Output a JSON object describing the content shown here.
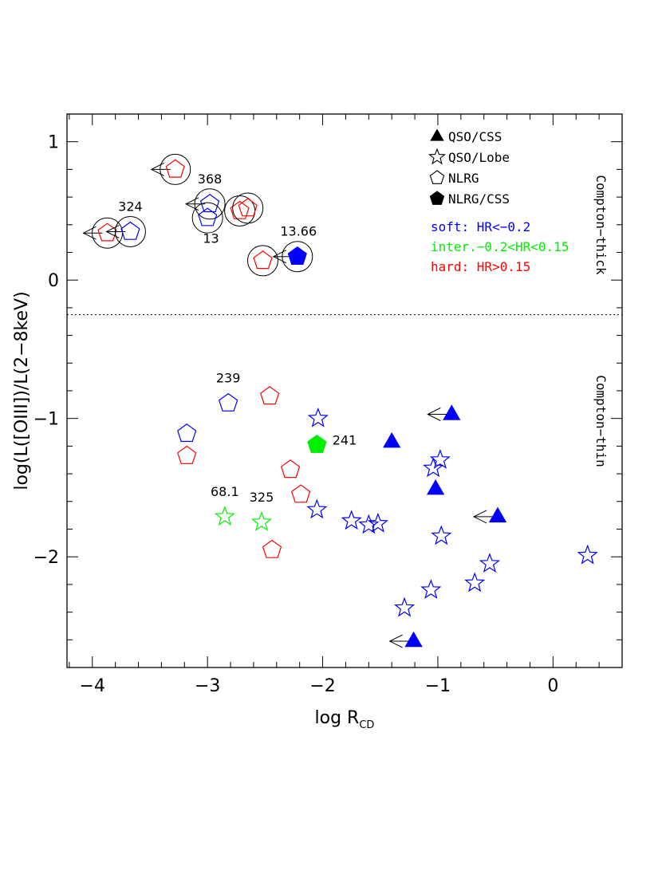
{
  "chart_data": {
    "type": "scatter",
    "title": "",
    "xlabel_main": "log R",
    "xlabel_sub": "CD",
    "ylabel": "log(L([OIII])/L(2−8keV)",
    "xlim": [
      -4.22,
      0.6
    ],
    "ylim": [
      -2.8,
      1.2
    ],
    "grid": false,
    "x_ticks": [
      -4,
      -3,
      -2,
      -1,
      0
    ],
    "x_tick_labels": [
      "−4",
      "−3",
      "−2",
      "−1",
      "0"
    ],
    "y_ticks": [
      -2,
      -1,
      0,
      1
    ],
    "y_tick_labels": [
      "−2",
      "−1",
      "0",
      "1"
    ],
    "divider_y": -0.25,
    "region_labels": [
      {
        "text": "Compton−thick",
        "region": "upper"
      },
      {
        "text": "Compton−thin",
        "region": "lower"
      }
    ],
    "legend": {
      "position": "top-right",
      "symbols": [
        {
          "marker": "triangle",
          "filled": true,
          "label": "QSO/CSS"
        },
        {
          "marker": "star",
          "filled": false,
          "label": "QSO/Lobe"
        },
        {
          "marker": "pentagon",
          "filled": false,
          "label": "NLRG"
        },
        {
          "marker": "pentagon",
          "filled": true,
          "label": "NLRG/CSS"
        }
      ],
      "colors": [
        {
          "label": "soft: HR<−0.2",
          "color": "#0000ff"
        },
        {
          "label": "inter.−0.2<HR<0.15",
          "color": "#00ee00"
        },
        {
          "label": "hard: HR>0.15",
          "color": "#ff0000"
        }
      ]
    },
    "colors": {
      "soft": "#0000ff",
      "inter": "#00ee00",
      "hard": "#ff0000"
    },
    "points": [
      {
        "x": -3.28,
        "y": 0.8,
        "marker": "pentagon",
        "filled": false,
        "class": "hard",
        "circled": true,
        "upper_limit": true
      },
      {
        "x": -2.98,
        "y": 0.55,
        "marker": "pentagon",
        "filled": false,
        "class": "soft",
        "circled": true,
        "upper_limit": true
      },
      {
        "x": -3.0,
        "y": 0.45,
        "marker": "pentagon",
        "filled": false,
        "class": "soft",
        "circled": true,
        "upper_limit": false
      },
      {
        "x": -3.87,
        "y": 0.34,
        "marker": "pentagon",
        "filled": false,
        "class": "hard",
        "circled": true,
        "upper_limit": true
      },
      {
        "x": -3.67,
        "y": 0.35,
        "marker": "pentagon",
        "filled": false,
        "class": "soft",
        "circled": true,
        "upper_limit": true
      },
      {
        "x": -2.72,
        "y": 0.5,
        "marker": "pentagon",
        "filled": false,
        "class": "hard",
        "circled": true,
        "upper_limit": false
      },
      {
        "x": -2.65,
        "y": 0.52,
        "marker": "pentagon",
        "filled": false,
        "class": "hard",
        "circled": true,
        "upper_limit": false
      },
      {
        "x": -2.52,
        "y": 0.14,
        "marker": "pentagon",
        "filled": false,
        "class": "hard",
        "circled": true,
        "upper_limit": false
      },
      {
        "x": -2.22,
        "y": 0.17,
        "marker": "pentagon",
        "filled": true,
        "class": "soft",
        "circled": true,
        "upper_limit": true
      },
      {
        "x": -2.82,
        "y": -0.89,
        "marker": "pentagon",
        "filled": false,
        "class": "soft",
        "circled": false,
        "upper_limit": false
      },
      {
        "x": -3.18,
        "y": -1.11,
        "marker": "pentagon",
        "filled": false,
        "class": "soft",
        "circled": false,
        "upper_limit": false
      },
      {
        "x": -3.18,
        "y": -1.27,
        "marker": "pentagon",
        "filled": false,
        "class": "hard",
        "circled": false,
        "upper_limit": false
      },
      {
        "x": -2.46,
        "y": -0.84,
        "marker": "pentagon",
        "filled": false,
        "class": "hard",
        "circled": false,
        "upper_limit": false
      },
      {
        "x": -2.28,
        "y": -1.37,
        "marker": "pentagon",
        "filled": false,
        "class": "hard",
        "circled": false,
        "upper_limit": false
      },
      {
        "x": -2.19,
        "y": -1.55,
        "marker": "pentagon",
        "filled": false,
        "class": "hard",
        "circled": false,
        "upper_limit": false
      },
      {
        "x": -2.44,
        "y": -1.95,
        "marker": "pentagon",
        "filled": false,
        "class": "hard",
        "circled": false,
        "upper_limit": false
      },
      {
        "x": -2.05,
        "y": -1.19,
        "marker": "pentagon",
        "filled": true,
        "class": "inter",
        "circled": false,
        "upper_limit": false
      },
      {
        "x": -2.04,
        "y": -1.0,
        "marker": "star",
        "filled": false,
        "class": "soft",
        "circled": false,
        "upper_limit": false
      },
      {
        "x": -2.85,
        "y": -1.71,
        "marker": "star",
        "filled": false,
        "class": "inter",
        "circled": false,
        "upper_limit": false
      },
      {
        "x": -2.53,
        "y": -1.75,
        "marker": "star",
        "filled": false,
        "class": "inter",
        "circled": false,
        "upper_limit": false
      },
      {
        "x": -2.05,
        "y": -1.66,
        "marker": "star",
        "filled": false,
        "class": "soft",
        "circled": false,
        "upper_limit": false
      },
      {
        "x": -1.75,
        "y": -1.74,
        "marker": "star",
        "filled": false,
        "class": "soft",
        "circled": false,
        "upper_limit": false
      },
      {
        "x": -1.6,
        "y": -1.77,
        "marker": "star",
        "filled": false,
        "class": "soft",
        "circled": false,
        "upper_limit": false
      },
      {
        "x": -1.52,
        "y": -1.76,
        "marker": "star",
        "filled": false,
        "class": "soft",
        "circled": false,
        "upper_limit": false
      },
      {
        "x": -1.04,
        "y": -1.36,
        "marker": "star",
        "filled": false,
        "class": "soft",
        "circled": false,
        "upper_limit": false
      },
      {
        "x": -0.98,
        "y": -1.3,
        "marker": "star",
        "filled": false,
        "class": "soft",
        "circled": false,
        "upper_limit": false
      },
      {
        "x": -0.97,
        "y": -1.85,
        "marker": "star",
        "filled": false,
        "class": "soft",
        "circled": false,
        "upper_limit": false
      },
      {
        "x": -1.06,
        "y": -2.24,
        "marker": "star",
        "filled": false,
        "class": "soft",
        "circled": false,
        "upper_limit": false
      },
      {
        "x": -1.29,
        "y": -2.37,
        "marker": "star",
        "filled": false,
        "class": "soft",
        "circled": false,
        "upper_limit": false
      },
      {
        "x": -0.68,
        "y": -2.19,
        "marker": "star",
        "filled": false,
        "class": "soft",
        "circled": false,
        "upper_limit": false
      },
      {
        "x": -0.55,
        "y": -2.05,
        "marker": "star",
        "filled": false,
        "class": "soft",
        "circled": false,
        "upper_limit": false
      },
      {
        "x": 0.3,
        "y": -1.99,
        "marker": "star",
        "filled": false,
        "class": "soft",
        "circled": false,
        "upper_limit": false
      },
      {
        "x": -1.4,
        "y": -1.17,
        "marker": "triangle",
        "filled": true,
        "class": "soft",
        "circled": false,
        "upper_limit": false
      },
      {
        "x": -0.88,
        "y": -0.97,
        "marker": "triangle",
        "filled": true,
        "class": "soft",
        "circled": false,
        "upper_limit": true
      },
      {
        "x": -1.02,
        "y": -1.51,
        "marker": "triangle",
        "filled": true,
        "class": "soft",
        "circled": false,
        "upper_limit": false
      },
      {
        "x": -0.48,
        "y": -1.71,
        "marker": "triangle",
        "filled": true,
        "class": "soft",
        "circled": false,
        "upper_limit": true
      },
      {
        "x": -1.21,
        "y": -2.61,
        "marker": "triangle",
        "filled": true,
        "class": "soft",
        "circled": false,
        "upper_limit": true
      }
    ],
    "annotations": [
      {
        "text": "368",
        "x": -2.98,
        "y": 0.7
      },
      {
        "text": "324",
        "x": -3.67,
        "y": 0.5
      },
      {
        "text": "13",
        "x": -2.97,
        "y": 0.27
      },
      {
        "text": "13.66",
        "x": -2.21,
        "y": 0.32
      },
      {
        "text": "239",
        "x": -2.82,
        "y": -0.74
      },
      {
        "text": "241",
        "x": -1.81,
        "y": -1.19
      },
      {
        "text": "68.1",
        "x": -2.85,
        "y": -1.56
      },
      {
        "text": "325",
        "x": -2.53,
        "y": -1.6
      }
    ]
  }
}
